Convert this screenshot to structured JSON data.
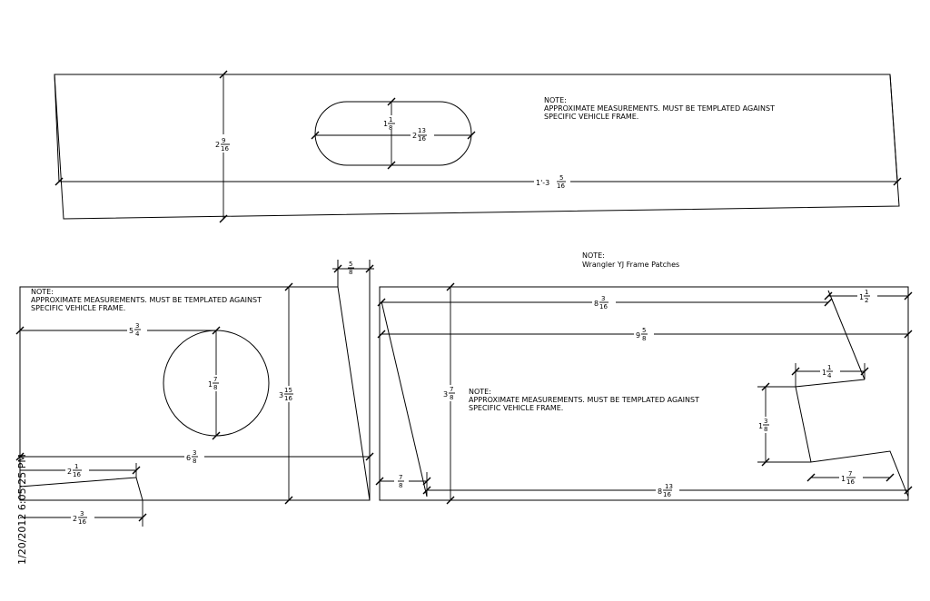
{
  "timestamp": "1/20/2012 6:05:25 PM",
  "notes": {
    "note_label": "NOTE:",
    "approx_line1": "APPROXIMATE MEASUREMENTS.  MUST BE TEMPLATED AGAINST",
    "approx_line2": "SPECIFIC VEHICLE FRAME.",
    "wrangler": "Wrangler YJ Frame Patches"
  },
  "top_patch": {
    "height": {
      "whole": "2",
      "num": "9",
      "den": "16"
    },
    "length": {
      "whole": "1'-3",
      "num": "5",
      "den": "16"
    },
    "slot_height": {
      "whole": "1",
      "num": "1",
      "den": "8"
    },
    "slot_width": {
      "whole": "2",
      "num": "13",
      "den": "16"
    }
  },
  "left_patch": {
    "top_offset": {
      "whole": "",
      "num": "5",
      "den": "8"
    },
    "hole_x": {
      "whole": "5",
      "num": "3",
      "den": "4"
    },
    "hole_diameter": {
      "whole": "1",
      "num": "7",
      "den": "8"
    },
    "height": {
      "whole": "3",
      "num": "15",
      "den": "16"
    },
    "width": {
      "whole": "6",
      "num": "3",
      "den": "8"
    },
    "notch_a": {
      "whole": "2",
      "num": "1",
      "den": "16"
    },
    "notch_b": {
      "whole": "2",
      "num": "3",
      "den": "16"
    }
  },
  "right_patch": {
    "top_inner": {
      "whole": "8",
      "num": "3",
      "den": "16"
    },
    "top_right": {
      "whole": "1",
      "num": "1",
      "den": "2"
    },
    "overall": {
      "whole": "9",
      "num": "5",
      "den": "8"
    },
    "height": {
      "whole": "3",
      "num": "7",
      "den": "8"
    },
    "step_width": {
      "whole": "1",
      "num": "1",
      "den": "4"
    },
    "step_height": {
      "whole": "1",
      "num": "3",
      "den": "8"
    },
    "left_bottom": {
      "whole": "",
      "num": "7",
      "den": "8"
    },
    "bottom_right": {
      "whole": "1",
      "num": "7",
      "den": "16"
    },
    "bottom": {
      "whole": "8",
      "num": "13",
      "den": "16"
    }
  }
}
